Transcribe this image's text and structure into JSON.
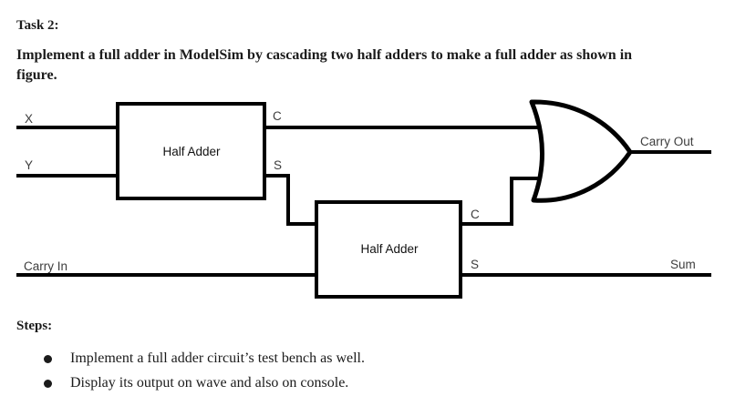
{
  "page": {
    "background": "#ffffff",
    "text_color": "#1b1b1b"
  },
  "document": {
    "task_heading": "Task 2:",
    "intro": "Implement a full adder in ModelSim by cascading two half adders to make a full adder as shown in\nfigure.",
    "steps_heading": "Steps:",
    "bullets": [
      "Implement a full adder circuit’s test bench as well.",
      "Display its output on wave and also on console."
    ]
  },
  "diagram": {
    "kind": "full-adder-from-two-cascaded-half-adders",
    "blocks": [
      {
        "id": "half-adder-1",
        "label": "Half Adder"
      },
      {
        "id": "half-adder-2",
        "label": "Half Adder"
      }
    ],
    "gate": {
      "type": "or-gate"
    },
    "labels": {
      "x": "X",
      "y": "Y",
      "carry_in": "Carry In",
      "ha1_c": "C",
      "ha1_s": "S",
      "ha2_c": "C",
      "ha2_s": "S",
      "carry_out": "Carry Out",
      "sum": "Sum"
    },
    "colors": {
      "line": "#000000",
      "label": "#3d3d3d",
      "block_text": "#121212"
    }
  }
}
